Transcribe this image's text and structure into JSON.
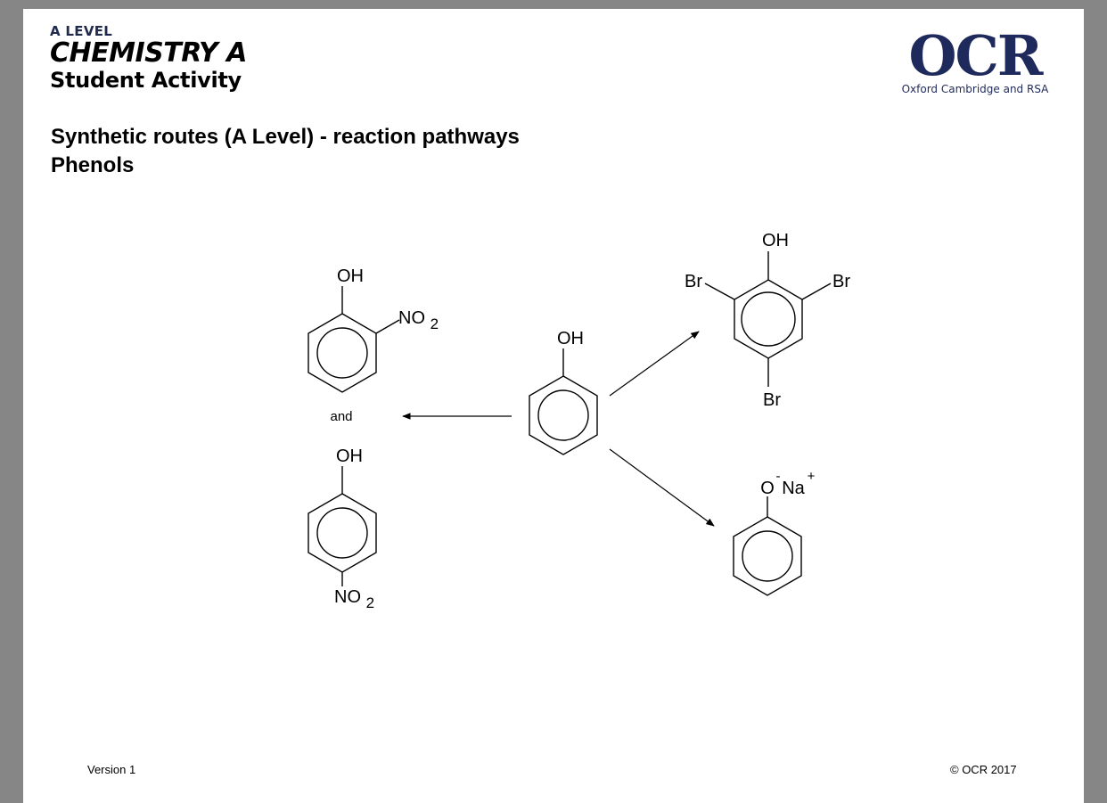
{
  "header": {
    "level": "A LEVEL",
    "subject": "CHEMISTRY A",
    "activity": "Student Activity",
    "logo": {
      "wordmark": "OCR",
      "tagline": "Oxford Cambridge and RSA",
      "color": "#1f2a5c"
    }
  },
  "title": {
    "line1": "Synthetic routes (A Level) - reaction pathways",
    "line2": "Phenols"
  },
  "scheme": {
    "phenol": {
      "oh": "OH"
    },
    "ortho_product": {
      "oh": "OH",
      "no": "NO",
      "sub": "2"
    },
    "connector": "and",
    "para_product": {
      "oh": "OH",
      "no": "NO",
      "sub": "2"
    },
    "tribromo_product": {
      "oh": "OH",
      "br_left": "Br",
      "br_right": "Br",
      "br_bottom": "Br"
    },
    "phenoxide_product": {
      "o": "O",
      "minus": "-",
      "na": "Na",
      "plus": "+"
    }
  },
  "footer": {
    "version": "Version 1",
    "copyright": "© OCR 2017"
  }
}
